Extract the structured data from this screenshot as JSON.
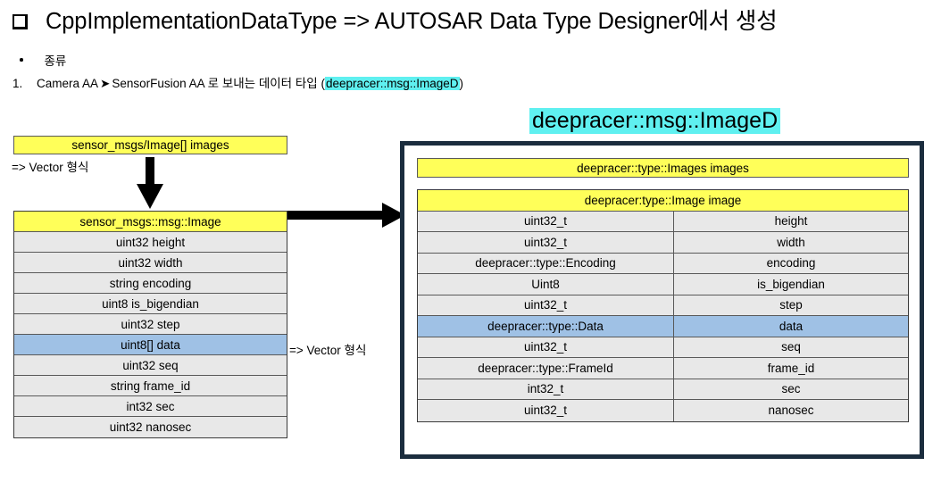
{
  "heading": {
    "bullet_icon": "square-outline-icon",
    "title": "CppImplementationDataType => AUTOSAR Data Type Designer에서 생성"
  },
  "sub_bullets": {
    "dot_icon": "bullet-dot-icon",
    "label": "종류"
  },
  "numbered_item": {
    "index": "1.",
    "text_before": "Camera AA",
    "arrow_icon": "right-arrow-glyph-icon",
    "text_middle": "SensorFusion AA 로 보내는 데이터 타입 (",
    "highlight": "deepracer::msg::ImageD",
    "text_after": ")"
  },
  "left": {
    "head_box_label": "sensor_msgs/Image[] images",
    "vector_note": "=> Vector 형식",
    "down_arrow_icon": "down-arrow-icon",
    "right_arrow_icon": "right-arrow-icon",
    "table": {
      "header": "sensor_msgs::msg::Image",
      "rows": [
        {
          "label": "uint32 height",
          "selected": false
        },
        {
          "label": "uint32 width",
          "selected": false
        },
        {
          "label": "string encoding",
          "selected": false
        },
        {
          "label": "uint8 is_bigendian",
          "selected": false
        },
        {
          "label": "uint32 step",
          "selected": false
        },
        {
          "label": "uint8[] data",
          "selected": true
        },
        {
          "label": "uint32 seq",
          "selected": false
        },
        {
          "label": "string frame_id",
          "selected": false
        },
        {
          "label": "int32 sec",
          "selected": false
        },
        {
          "label": "uint32 nanosec",
          "selected": false
        }
      ]
    }
  },
  "middle": {
    "vector_note": "=> Vector 형식"
  },
  "right": {
    "title": "deepracer::msg::ImageD",
    "images_box_label": "deepracer::type::Images images",
    "table": {
      "header": "deepracer:type::Image image",
      "rows": [
        {
          "type": "uint32_t",
          "name": "height",
          "selected": false
        },
        {
          "type": "uint32_t",
          "name": "width",
          "selected": false
        },
        {
          "type": "deepracer::type::Encoding",
          "name": "encoding",
          "selected": false
        },
        {
          "type": "Uint8",
          "name": "is_bigendian",
          "selected": false
        },
        {
          "type": "uint32_t",
          "name": "step",
          "selected": false
        },
        {
          "type": "deepracer::type::Data",
          "name": "data",
          "selected": true
        },
        {
          "type": "uint32_t",
          "name": "seq",
          "selected": false
        },
        {
          "type": "deepracer::type::FrameId",
          "name": "frame_id",
          "selected": false
        },
        {
          "type": "int32_t",
          "name": "sec",
          "selected": false
        },
        {
          "type": "uint32_t",
          "name": "nanosec",
          "selected": false
        }
      ]
    }
  },
  "colors": {
    "highlight_cyan": "#5ff0f0",
    "header_yellow": "#ffff59",
    "row_gray": "#e8e8e8",
    "selected_blue": "#9fc1e5",
    "frame_navy": "#1b2d3e"
  }
}
